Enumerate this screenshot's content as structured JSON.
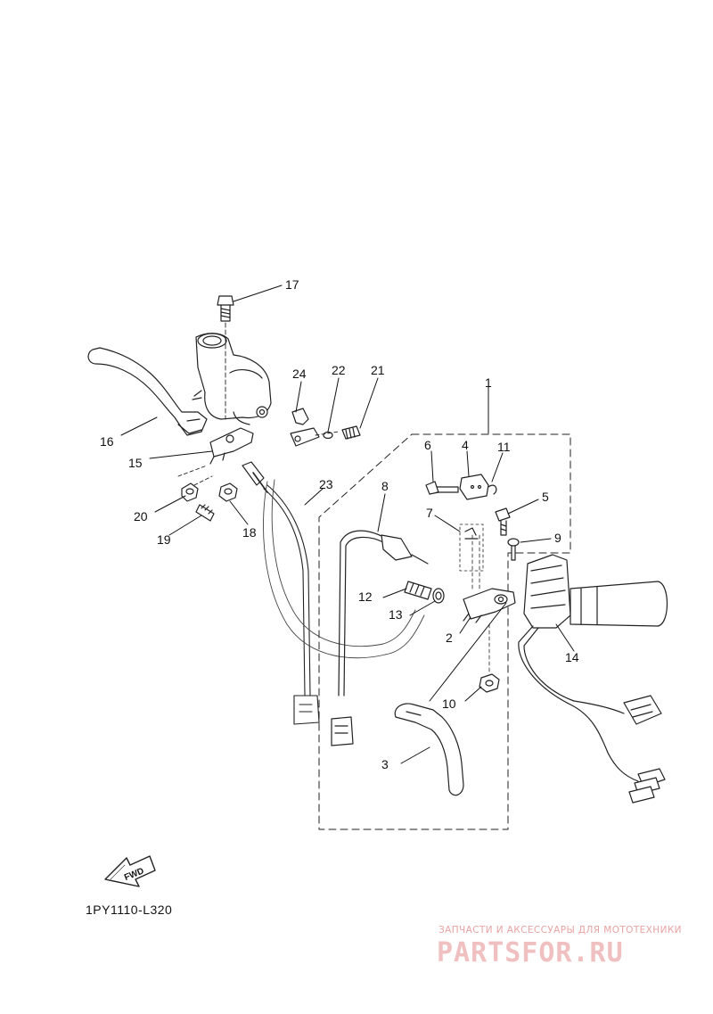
{
  "diagram": {
    "callouts": [
      "17",
      "16",
      "15",
      "20",
      "19",
      "18",
      "24",
      "22",
      "21",
      "23",
      "8",
      "1",
      "6",
      "4",
      "11",
      "5",
      "9",
      "7",
      "12",
      "13",
      "2",
      "14",
      "10",
      "3"
    ],
    "fwd_label": "FWD",
    "diagram_code": "1PY1110-L320"
  },
  "watermark": {
    "tagline": "ЗАПЧАСТИ И АКСЕССУАРЫ ДЛЯ МОТОТЕХНИКИ",
    "logo_text": "PARTSFOR.RU",
    "color": "#f0c0c0"
  }
}
